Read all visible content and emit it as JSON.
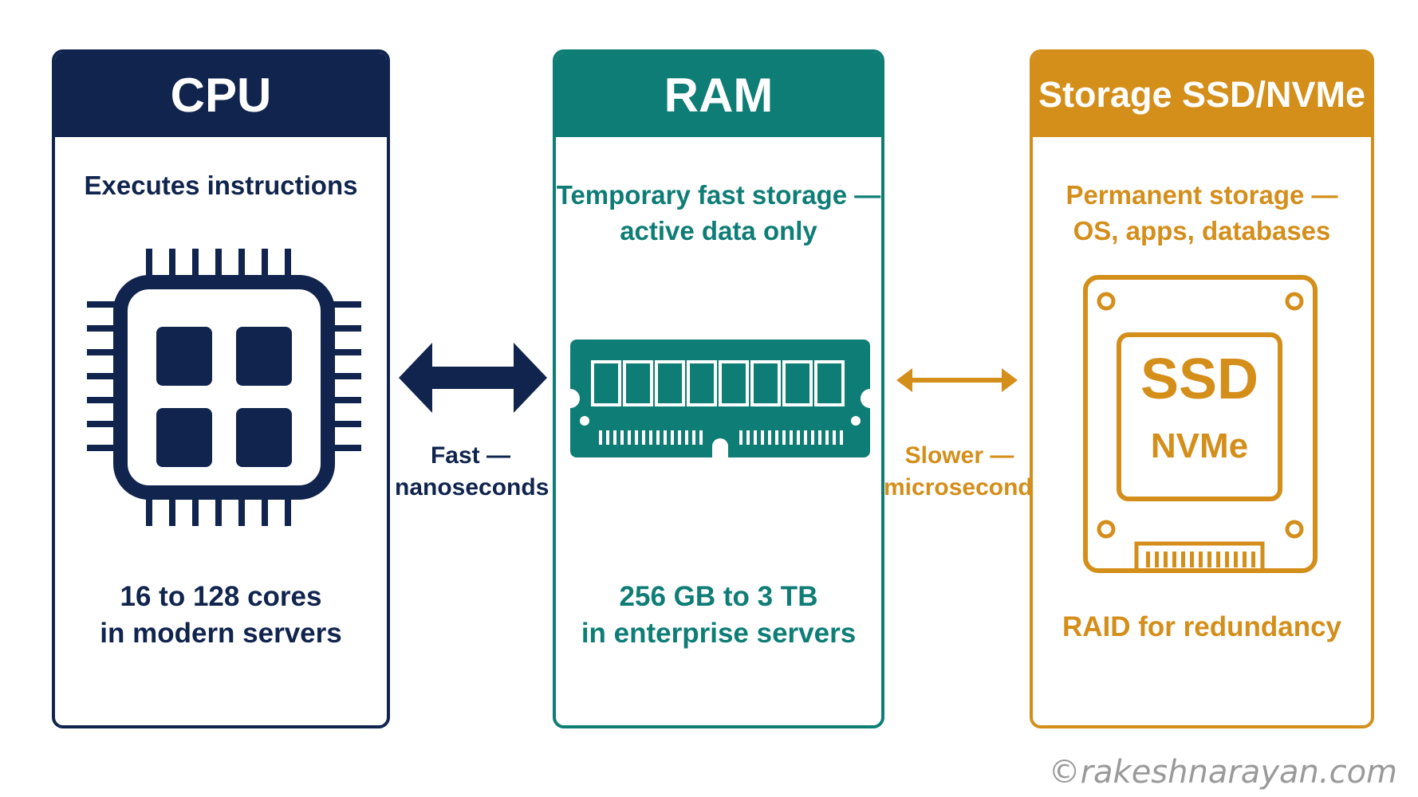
{
  "cpu": {
    "title": "CPU",
    "subtitle": "Executes instructions",
    "footer_line1": "16 to 128 cores",
    "footer_line2": "in modern servers",
    "color": "#10244e",
    "icon": "cpu-chip-icon"
  },
  "ram": {
    "title": "RAM",
    "subtitle_line1": "Temporary fast storage —",
    "subtitle_line2": "active data only",
    "footer_line1": "256 GB to 3 TB",
    "footer_line2": "in enterprise servers",
    "color": "#0e7d76",
    "icon": "ram-module-icon"
  },
  "storage": {
    "title": "Storage SSD/NVMe",
    "subtitle_line1": "Permanent storage —",
    "subtitle_line2": "OS, apps, databases",
    "icon_label_main": "SSD",
    "icon_label_sub": "NVMe",
    "footer": "RAID for redundancy",
    "color": "#d48e1a",
    "icon": "ssd-drive-icon"
  },
  "links": {
    "cpu_ram_line1": "Fast —",
    "cpu_ram_line2": "nanoseconds",
    "ram_storage_line1": "Slower —",
    "ram_storage_line2": "microseconds"
  },
  "watermark": "©rakeshnarayan.com"
}
